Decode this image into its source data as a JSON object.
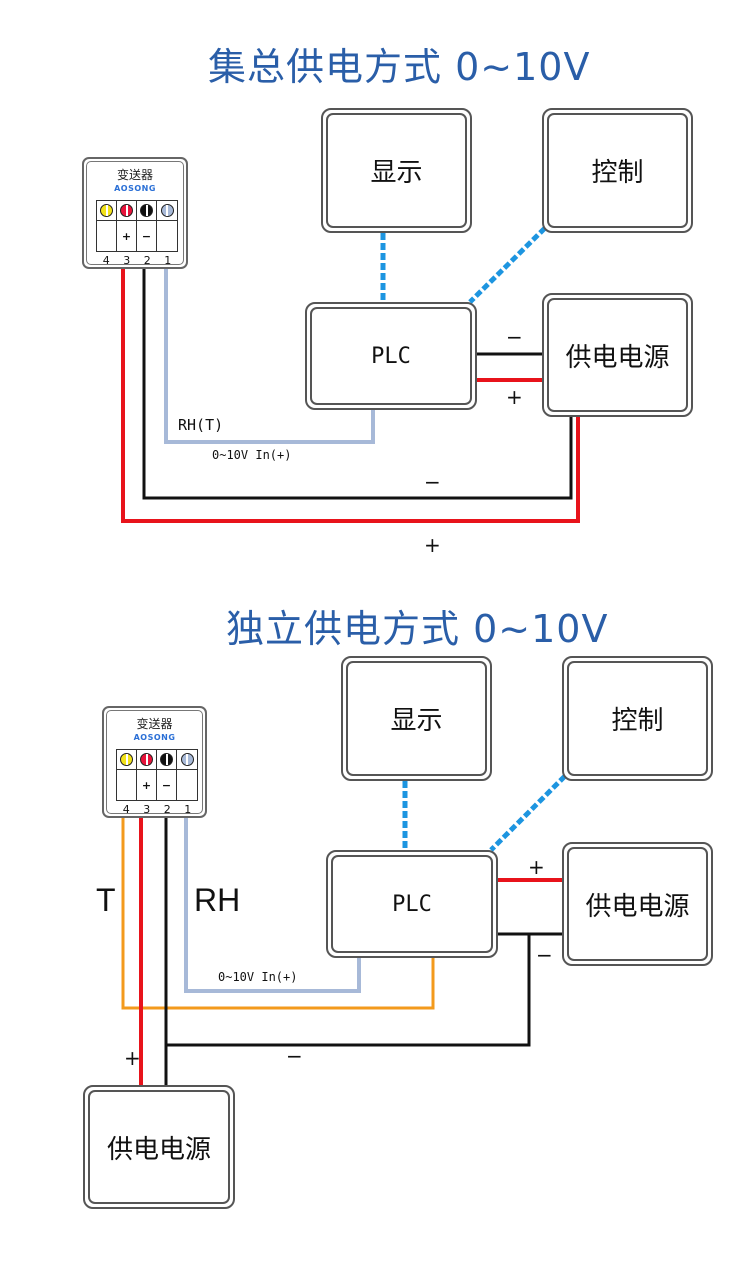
{
  "colors": {
    "title": "#2a5ea8",
    "wire_positive": "#e8131b",
    "wire_negative": "#111111",
    "wire_rh": "#a7b9d8",
    "wire_t": "#f39a1c",
    "signal_dashed": "#1d95e0",
    "brand": "#2a6fd6"
  },
  "section1": {
    "title": "集总供电方式  0~10V",
    "transmitter": {
      "name": "变送器",
      "brand": "AOSONG",
      "terminals": [
        {
          "number": "4",
          "sign": "",
          "screw_color": "#f2e21a"
        },
        {
          "number": "3",
          "sign": "+",
          "screw_color": "#e8133b"
        },
        {
          "number": "2",
          "sign": "−",
          "screw_color": "#111111"
        },
        {
          "number": "1",
          "sign": "",
          "screw_color": "#a7b9d8"
        }
      ]
    },
    "display_box": "显示",
    "control_box": "控制",
    "plc_box": "PLC",
    "power_box": "供电电源",
    "labels": {
      "plc_psu_minus": "−",
      "plc_psu_plus": "+",
      "signal_name": "RH(T)",
      "signal_input": "0~10V In(+)",
      "loop_minus": "−",
      "loop_plus": "+"
    }
  },
  "section2": {
    "title": "独立供电方式 0~10V",
    "transmitter": {
      "name": "变送器",
      "brand": "AOSONG",
      "terminals": [
        {
          "number": "4",
          "sign": "",
          "screw_color": "#f2e21a"
        },
        {
          "number": "3",
          "sign": "+",
          "screw_color": "#e8133b"
        },
        {
          "number": "2",
          "sign": "−",
          "screw_color": "#111111"
        },
        {
          "number": "1",
          "sign": "",
          "screw_color": "#a7b9d8"
        }
      ]
    },
    "display_box": "显示",
    "control_box": "控制",
    "plc_box": "PLC",
    "power_box_right": "供电电源",
    "power_box_bottom": "供电电源",
    "labels": {
      "t_wire": "T",
      "rh_wire": "RH",
      "plc_psu_plus": "+",
      "plc_psu_minus": "−",
      "signal_input": "0~10V In(+)",
      "ground_minus": "−",
      "psu_plus": "+"
    }
  }
}
